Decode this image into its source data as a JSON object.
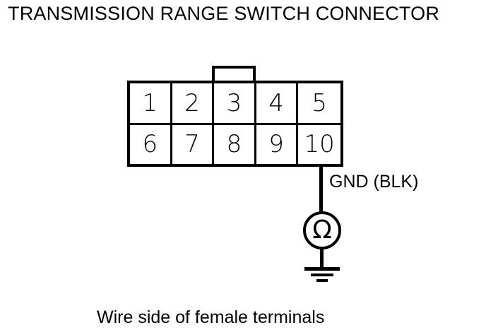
{
  "diagram": {
    "title": "TRANSMISSION RANGE SWITCH CONNECTOR",
    "caption": "Wire side of female terminals",
    "connector": {
      "name": "Transmission Range Switch Connector",
      "pin_count": 10,
      "rows": [
        {
          "pins": [
            "1",
            "2",
            "3",
            "4",
            "5"
          ]
        },
        {
          "pins": [
            "6",
            "7",
            "8",
            "9",
            "10"
          ]
        }
      ],
      "tab": "locking-tab"
    },
    "wire": {
      "from_pin": "10",
      "label": "GND (BLK)",
      "color_code": "BLK"
    },
    "meter": {
      "type": "ohmmeter",
      "symbol": "Ω"
    },
    "ground": {
      "symbol": "earth-ground"
    },
    "colors": {
      "line": "#000000",
      "background": "#ffffff"
    }
  }
}
